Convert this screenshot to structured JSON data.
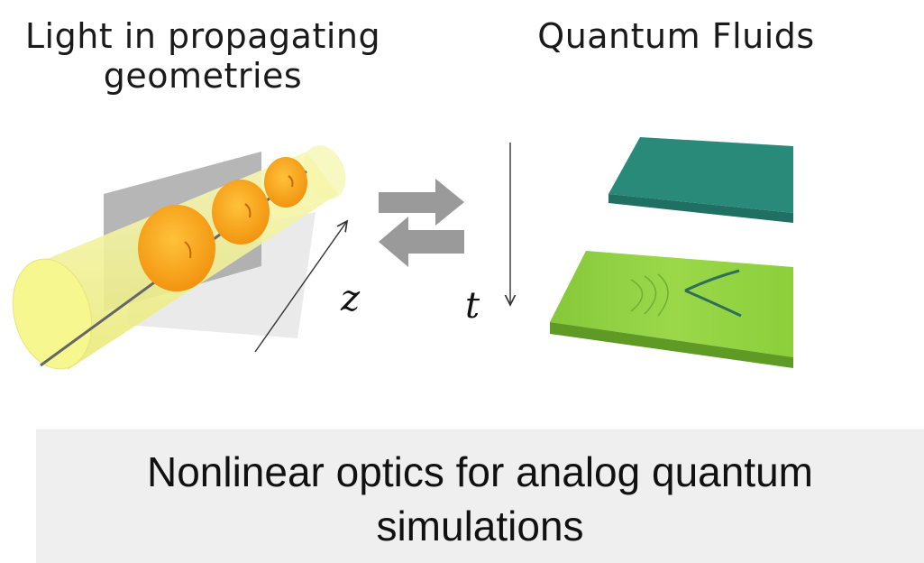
{
  "left_panel": {
    "title_line1": "Light in propagating",
    "title_line2": "geometries"
  },
  "right_panel": {
    "title": "Quantum Fluids"
  },
  "axes": {
    "z_label": "z",
    "t_label": "t"
  },
  "caption": {
    "line1": "Nonlinear optics for analog quantum",
    "line2": "simulations"
  },
  "colors": {
    "cylinder": "#f3f39a",
    "disk": "#f7a81b",
    "slab_top": "#2a8a7a",
    "slab_bottom": "#8ccf3a",
    "exchange_arrows": "#9a9a9a",
    "caption_bg": "#efefef"
  }
}
